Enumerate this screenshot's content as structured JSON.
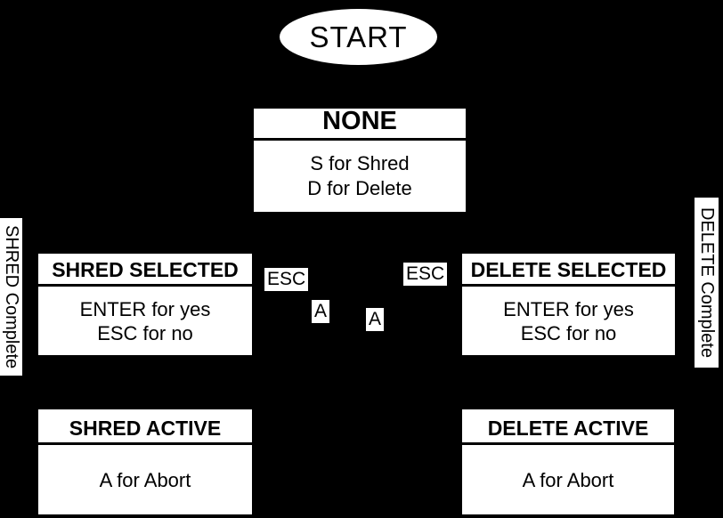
{
  "colors": {
    "background": "#000000",
    "node_fill": "#ffffff",
    "node_text": "#000000"
  },
  "diagram": {
    "start_label": "START",
    "nodes": {
      "none": {
        "title": "NONE",
        "line1": "S for Shred",
        "line2": "D for Delete"
      },
      "shred_selected": {
        "title": "SHRED SELECTED",
        "line1": "ENTER for yes",
        "line2": "ESC for no"
      },
      "delete_selected": {
        "title": "DELETE SELECTED",
        "line1": "ENTER for yes",
        "line2": "ESC for no"
      },
      "shred_active": {
        "title": "SHRED ACTIVE",
        "line1": "A for Abort"
      },
      "delete_active": {
        "title": "DELETE ACTIVE",
        "line1": "A for Abort"
      }
    },
    "edge_labels": {
      "esc_left": "ESC",
      "esc_right": "ESC",
      "abort_left": "A",
      "abort_right": "A",
      "shred_complete": "SHRED Complete",
      "delete_complete": "DELETE Complete"
    }
  }
}
